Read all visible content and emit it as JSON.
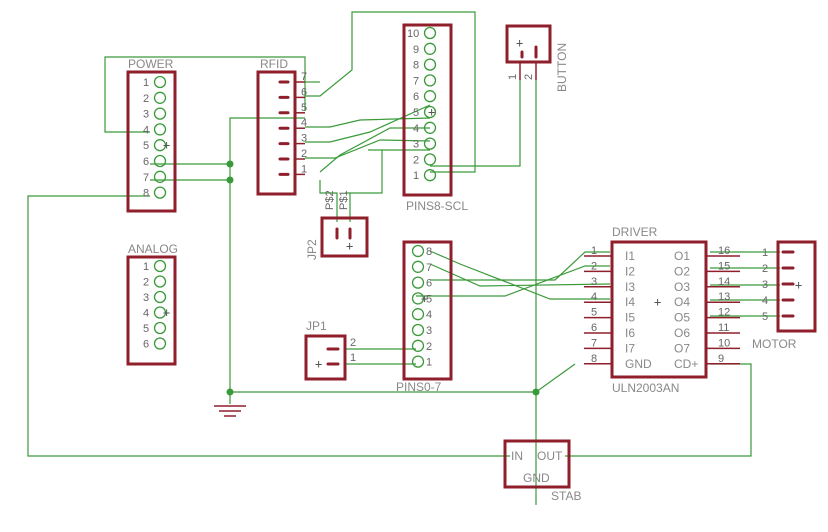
{
  "labels": {
    "power": "POWER",
    "rfid": "RFID",
    "pins8": "PINS8-SCL",
    "button": "BUTTON",
    "analog": "ANALOG",
    "jp2": "JP2",
    "jp1": "JP1",
    "pins07": "PINS0-7",
    "driver": "DRIVER",
    "uln": "ULN2003AN",
    "motor": "MOTOR",
    "stab": "STAB",
    "stab_in": "IN",
    "stab_out": "OUT",
    "stab_gnd": "GND",
    "jp2_p1": "P$1",
    "jp2_p2": "P$2",
    "plus": "+"
  },
  "power_pins": [
    "1",
    "2",
    "3",
    "4",
    "5",
    "6",
    "7",
    "8"
  ],
  "rfid_pins": [
    "7",
    "6",
    "5",
    "4",
    "3",
    "2",
    "1"
  ],
  "pins8_pins": [
    "10",
    "9",
    "8",
    "7",
    "6",
    "5",
    "4",
    "3",
    "2",
    "1"
  ],
  "button_pins": [
    "1",
    "2"
  ],
  "analog_pins": [
    "1",
    "2",
    "3",
    "4",
    "5",
    "6"
  ],
  "pins07_pins": [
    "8",
    "7",
    "6",
    "5",
    "4",
    "3",
    "2",
    "1"
  ],
  "jp1_pins": [
    "2",
    "1"
  ],
  "driver_left_nums": [
    "1",
    "2",
    "3",
    "4",
    "5",
    "6",
    "7",
    "8"
  ],
  "driver_left_names": [
    "I1",
    "I2",
    "I3",
    "I4",
    "I5",
    "I6",
    "I7",
    "GND"
  ],
  "driver_right_names": [
    "O1",
    "O2",
    "O3",
    "O4",
    "O5",
    "O6",
    "O7",
    "CD+"
  ],
  "driver_right_nums": [
    "16",
    "15",
    "14",
    "13",
    "12",
    "11",
    "10",
    "9"
  ],
  "motor_pins": [
    "1",
    "2",
    "3",
    "4",
    "5"
  ]
}
